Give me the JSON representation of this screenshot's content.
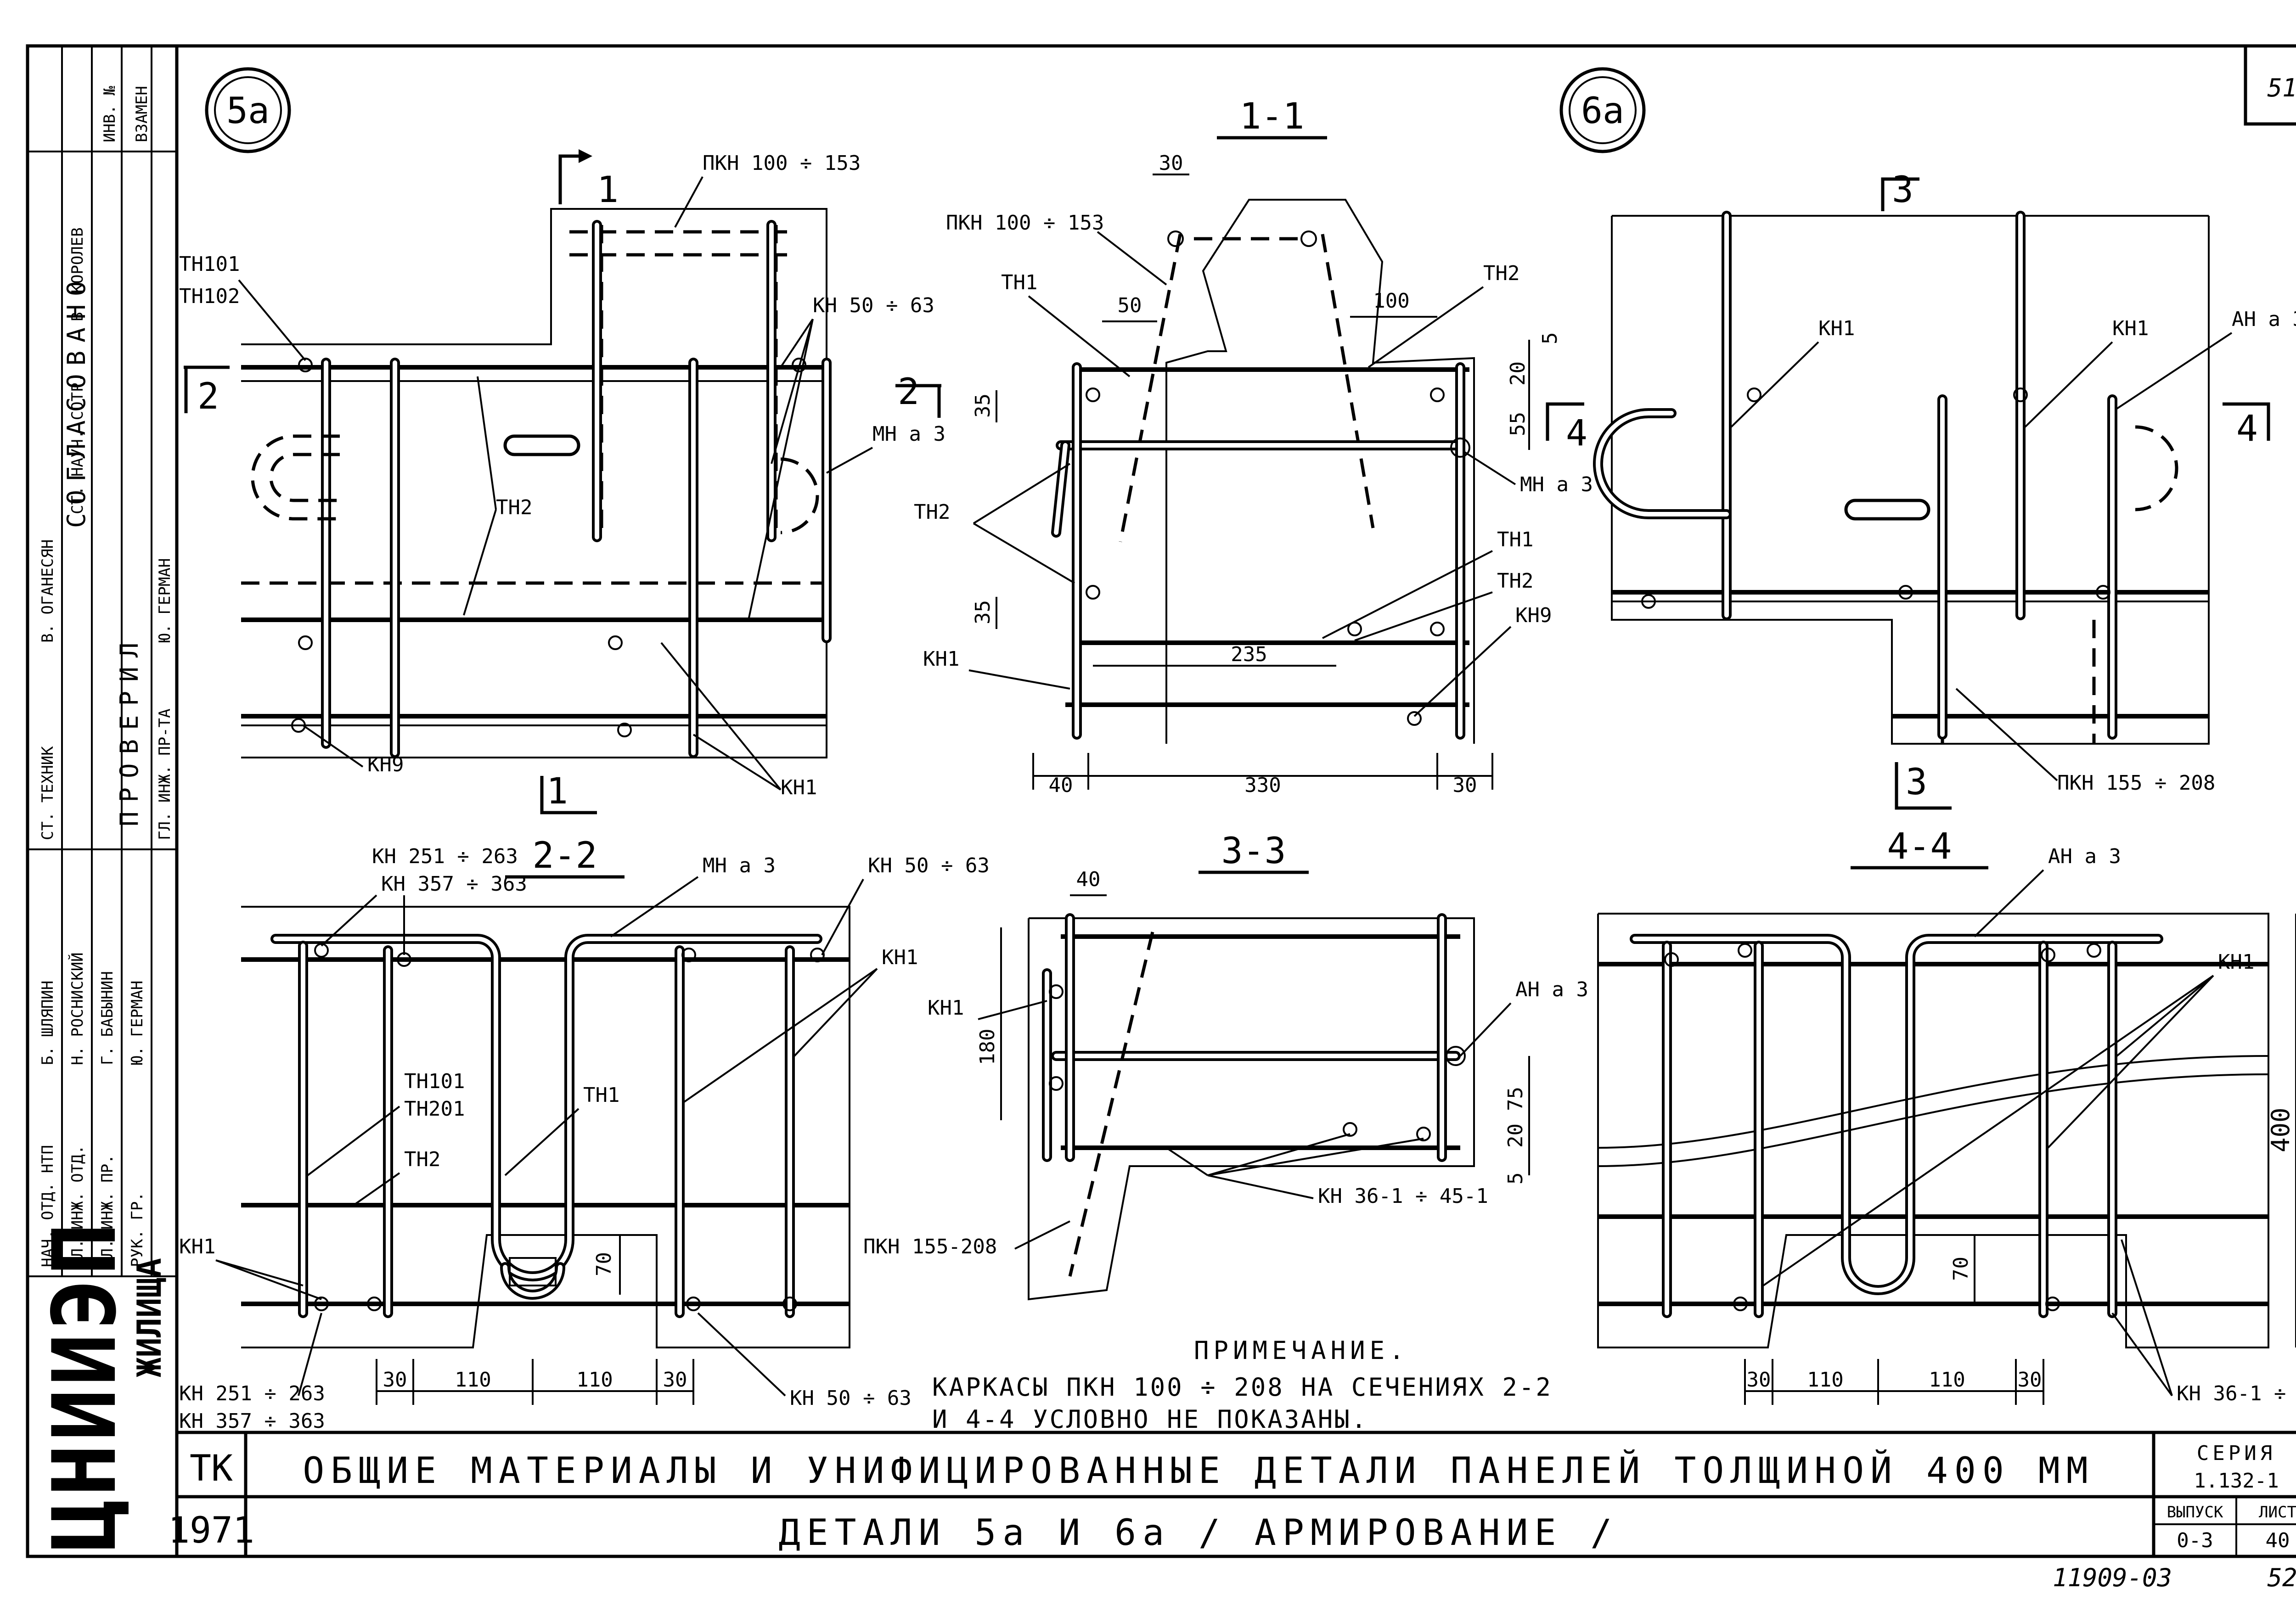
{
  "sheet_number": "51",
  "details": {
    "d5a": "5a",
    "d6a": "6a"
  },
  "sections": {
    "s11": "1-1",
    "s22": "2-2",
    "s33": "3-3",
    "s44": "4-4",
    "cut1": "1",
    "cut2": "2",
    "cut3": "3",
    "cut4": "4"
  },
  "labels": {
    "pkn100_153": "ПКН 100 ÷ 153",
    "pkn155_208": "ПКН 155 ÷ 208",
    "pkn155_208b": "ПКН 155-208",
    "tn101": "ТН101",
    "tn102": "ТН102",
    "tn201": "ТН201",
    "tn1": "ТН1",
    "tn2": "ТН2",
    "kn1": "КН1",
    "kn9": "КН9",
    "kn50_63": "КН 50 ÷ 63",
    "kn251_263": "КН 251 ÷ 263",
    "kn357_363": "КН 357 ÷ 363",
    "kn36_45": "КН 36-1 ÷ 45-1",
    "mna3": "МН а 3",
    "ana3": "АН а 3"
  },
  "dims": {
    "d5": "5",
    "d20": "20",
    "d30": "30",
    "d35": "35",
    "d40": "40",
    "d50": "50",
    "d55": "55",
    "d70": "70",
    "d75": "75",
    "d100": "100",
    "d110": "110",
    "d180": "180",
    "d235": "235",
    "d330": "330",
    "d400": "400"
  },
  "note": {
    "heading": "ПРИМЕЧАНИЕ.",
    "line1": "КАРКАСЫ ПКН 100 ÷ 208 НА СЕЧЕНИЯХ 2-2",
    "line2": "И 4-4 УСЛОВНО НЕ ПОКАЗАНЫ."
  },
  "title_block": {
    "org": "ТК",
    "year": "1971",
    "title": "ОБЩИЕ МАТЕРИАЛЫ И УНИФИЦИРОВАННЫЕ ДЕТАЛИ ПАНЕЛЕЙ ТОЛЩИНОЙ 400 ММ",
    "subtitle": "ДЕТАЛИ 5а И 6а / АРМИРОВАНИЕ /",
    "series_label": "СЕРИЯ",
    "series_value": "1.132-1",
    "issue_label": "ВЫПУСК",
    "issue_value": "0-3",
    "sheet_label": "ЛИСТ",
    "sheet_value": "40"
  },
  "side_stamp": {
    "institute": "ЦНИИЭП",
    "institute_sub": "ЖИЛИЩА",
    "agreed": "СОГЛАСОВАНО",
    "checked": "ПРОВЕРИЛ",
    "inv": "ИНВ. №",
    "replace": "ВЗАМЕН",
    "roles": [
      "НАЧ. ОТД. НТП",
      "ГЛ. ИНЖ. ОТД.",
      "ГЛ. ИНЖ. ПР.",
      "РУК. ГР.",
      "СТ. ТЕХНИК",
      "ГЛ. ИНЖ. ПР-ТА",
      "СТ. НАУЧ. СОТР."
    ],
    "names": [
      "Б. ШЛЯПИН",
      "Н. РОСНИСКИЙ",
      "Г. БАБЫНИН",
      "Ю. ГЕРМАН",
      "В. ОГАНЕСЯН",
      "Ю. ГЕРМАН",
      "В. КОРОЛЕВ"
    ]
  },
  "footer": {
    "archive": "11909-03",
    "page": "52"
  }
}
